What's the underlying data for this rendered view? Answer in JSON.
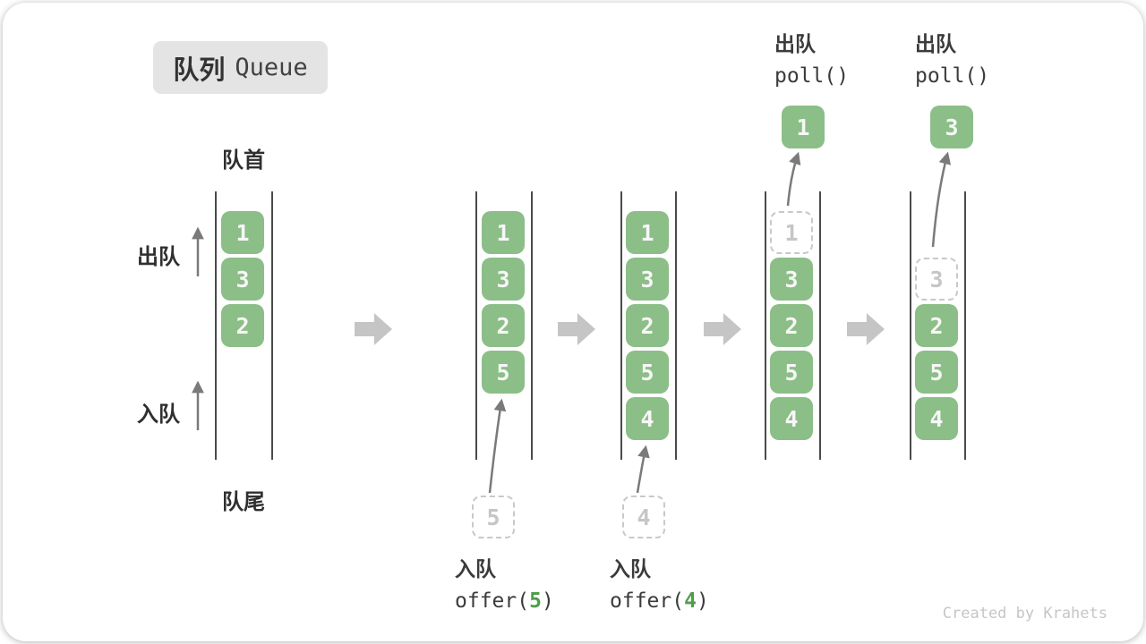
{
  "title": {
    "zh": "队列",
    "en": "Queue"
  },
  "labels": {
    "front": "队首",
    "rear": "队尾",
    "dequeue_side": "出队",
    "enqueue_side": "入队"
  },
  "states": [
    {
      "cells": [
        "1",
        "3",
        "2"
      ]
    },
    {
      "cells": [
        "1",
        "3",
        "2",
        "5"
      ],
      "incoming": "5"
    },
    {
      "cells": [
        "1",
        "3",
        "2",
        "5",
        "4"
      ],
      "incoming": "4"
    },
    {
      "removed": "1",
      "cells": [
        "3",
        "2",
        "5",
        "4"
      ],
      "polled": "1"
    },
    {
      "removed": "3",
      "cells": [
        "2",
        "5",
        "4"
      ],
      "polled": "3"
    }
  ],
  "ops": {
    "offer5": {
      "action": "入队",
      "call_open": "offer(",
      "arg": "5",
      "call_close": ")"
    },
    "offer4": {
      "action": "入队",
      "call_open": "offer(",
      "arg": "4",
      "call_close": ")"
    },
    "poll1": {
      "action": "出队",
      "call": "poll()"
    },
    "poll2": {
      "action": "出队",
      "call": "poll()"
    }
  },
  "watermark": "Created by Krahets",
  "colors": {
    "cell_green": "#8CBE88",
    "code_green": "#4F9E4A",
    "block_arrow_gray": "#C5C5C5",
    "thin_arrow_gray": "#7A7A7A",
    "wall_gray": "#4A4A4A",
    "dashed_gray": "#C9C9C9",
    "badge_gray": "#E4E4E4"
  }
}
